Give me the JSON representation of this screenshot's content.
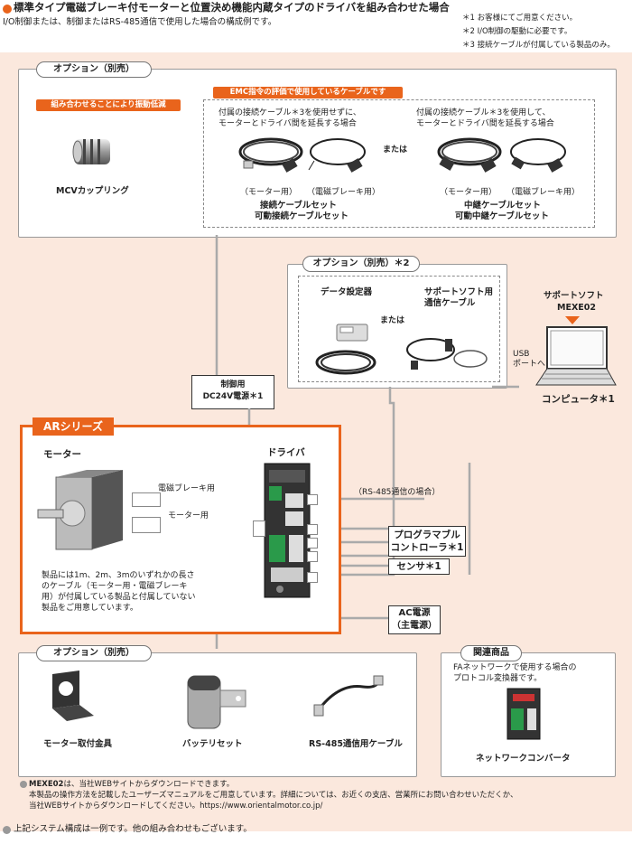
{
  "header": {
    "title": "標準タイプ電磁ブレーキ付モーターと位置決め機能内蔵タイプのドライバを組み合わせた場合",
    "subtitle": "I/O制御または、制御またはRS-485通信で使用した場合の構成例です。",
    "notes": [
      "＊1 お客様にてご用意ください。",
      "＊2 I/O制御の駆動に必要です。",
      "＊3 接続ケーブルが付属している製品のみ。"
    ]
  },
  "option_top": {
    "tag": "オプション（別売）",
    "coupling_tag": "組み合わせることにより振動低減",
    "coupling_label": "MCVカップリング",
    "emc_tag": "EMC指令の評価で使用しているケーブルです",
    "left_desc1": "付属の接続ケーブル＊3を使用せずに、",
    "left_desc2": "モーターとドライバ間を延長する場合",
    "right_desc1": "付属の接続ケーブル＊3を使用して、",
    "right_desc2": "モーターとドライバ間を延長する場合",
    "or": "または",
    "motor_use": "（モーター用）",
    "brake_use": "（電磁ブレーキ用）",
    "left_set1": "接続ケーブルセット",
    "left_set2": "可動接続ケーブルセット",
    "right_set1": "中継ケーブルセット",
    "right_set2": "可動中継ケーブルセット"
  },
  "option_mid": {
    "tag": "オプション（別売）＊2",
    "data_setter": "データ設定器",
    "support_cable1": "サポートソフト用",
    "support_cable2": "通信ケーブル",
    "or": "または"
  },
  "pc": {
    "software1": "サポートソフト",
    "software2": "MEXE02",
    "usb1": "USB",
    "usb2": "ポートへ",
    "computer": "コンピュータ＊1"
  },
  "power": {
    "line1": "制御用",
    "line2": "DC24V電源＊1"
  },
  "ar": {
    "tag": "ARシリーズ",
    "motor": "モーター",
    "driver": "ドライバ",
    "brake_wire": "電磁ブレーキ用",
    "motor_wire": "モーター用",
    "cable_note1": "製品には1m、2m、3mのいずれかの長さ",
    "cable_note2": "のケーブル（モーター用・電磁ブレーキ",
    "cable_note3": "用）が付属している製品と付属していない",
    "cable_note4": "製品をご用意しています。"
  },
  "right_items": {
    "rs485": "（RS-485通信の場合）",
    "plc1": "プログラマブル",
    "plc2": "コントローラ＊1",
    "sensor": "センサ＊1",
    "ac1": "AC電源",
    "ac2": "（主電源）"
  },
  "option_bottom": {
    "tag": "オプション（別売）",
    "bracket": "モーター取付金具",
    "battery": "バッテリセット",
    "rs485_cable": "RS-485通信用ケーブル"
  },
  "related": {
    "tag": "関連商品",
    "desc1": "FAネットワークで使用する場合の",
    "desc2": "プロトコル変換器です。",
    "converter": "ネットワークコンバータ"
  },
  "footer": {
    "mexe_bold": "MEXE02",
    "mexe1": "は、当社WEBサイトからダウンロードできます。",
    "mexe2": "本製品の操作方法を記載したユーザーズマニュアルをご用意しています。詳細については、お近くの支店、営業所にお問い合わせいただくか、",
    "mexe3": "当社WEBサイトからダウンロードしてください。https://www.orientalmotor.co.jp/",
    "bottom": "上記システム構成は一例です。他の組み合わせもございます。"
  },
  "colors": {
    "accent": "#e9641c",
    "background": "#fbe8dd",
    "wire": "#999999"
  }
}
